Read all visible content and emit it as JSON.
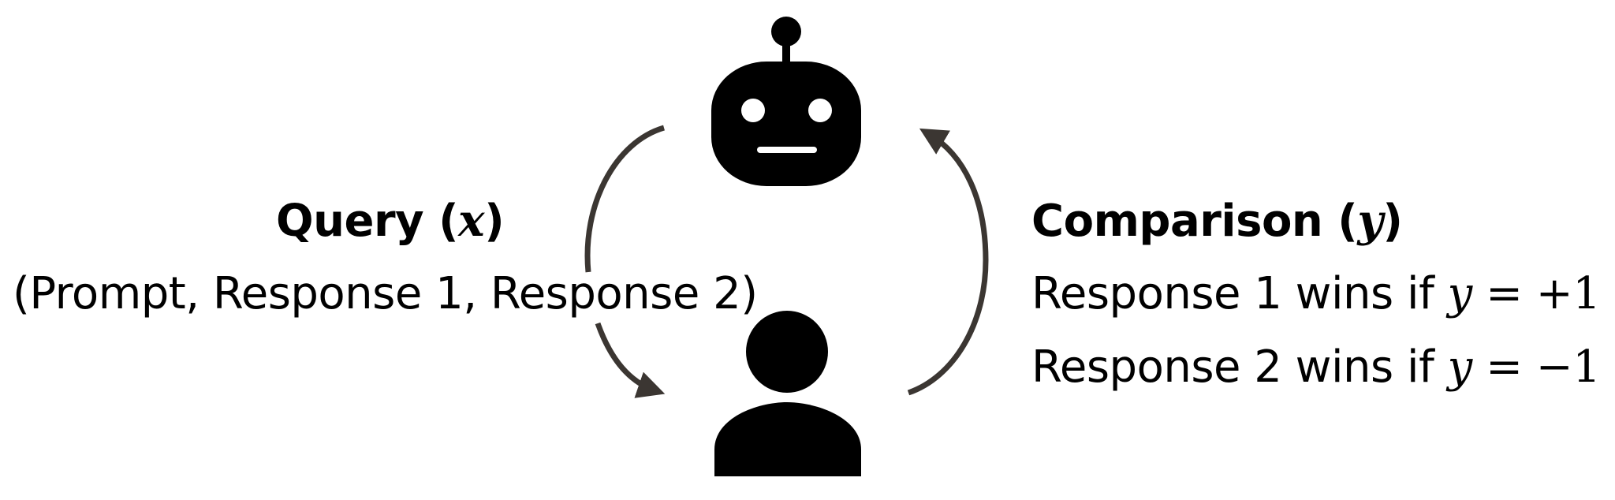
{
  "query": {
    "title": "Query",
    "variable": "x",
    "detail": "(Prompt, Response 1, Response 2)"
  },
  "comparison": {
    "title": "Comparison",
    "variable": "y",
    "outcomes": [
      {
        "text": "Response 1 wins if",
        "variable": "y",
        "operator": "=",
        "value": "+1"
      },
      {
        "text": "Response 2 wins if",
        "variable": "y",
        "operator": "=",
        "value": "−1"
      }
    ]
  },
  "icons": {
    "model": "robot-icon",
    "human": "person-icon"
  },
  "colors": {
    "arrow": "#3b3632",
    "icon": "#000000"
  }
}
